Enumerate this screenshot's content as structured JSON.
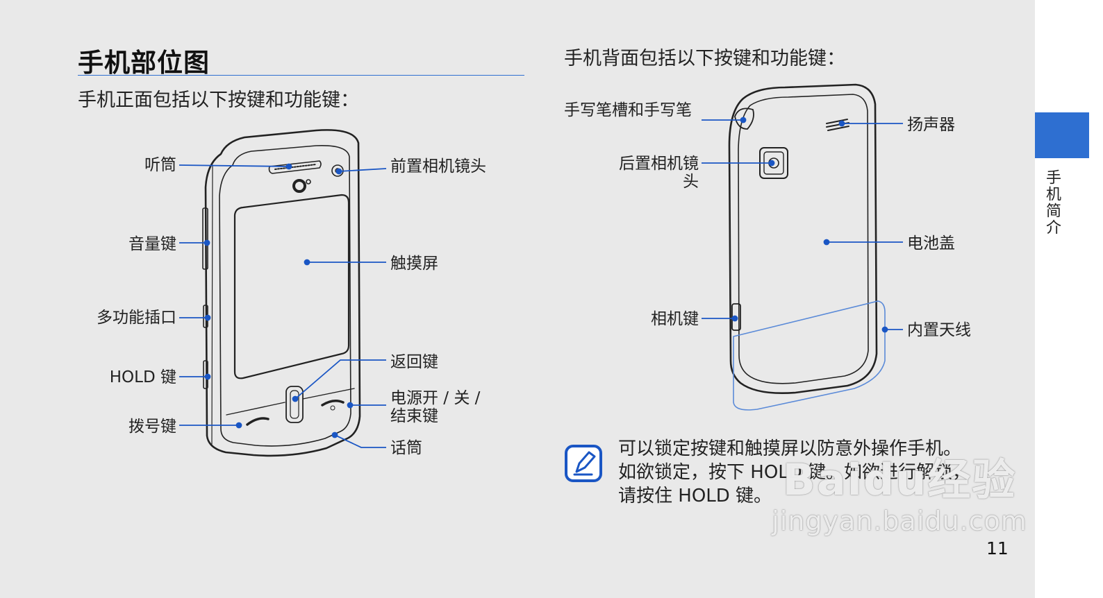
{
  "side_tab": {
    "label": "手机简介",
    "color": "#2e6fd1"
  },
  "title": "手机部位图",
  "front": {
    "intro": "手机正面包括以下按键和功能键：",
    "labels": {
      "earpiece": "听筒",
      "front_camera": "前置相机镜头",
      "volume": "音量键",
      "touchscreen": "触摸屏",
      "multi_jack": "多功能插口",
      "back_key": "返回键",
      "hold": "HOLD 键",
      "power_end_1": "电源开 / 关 /",
      "power_end_2": "结束键",
      "dial": "拨号键",
      "mic": "话筒"
    }
  },
  "back": {
    "intro": "手机背面包括以下按键和功能键：",
    "labels": {
      "stylus": "手写笔槽和手写笔",
      "speaker": "扬声器",
      "rear_camera_1": "后置相机镜",
      "rear_camera_2": "头",
      "battery_cover": "电池盖",
      "camera_key": "相机键",
      "antenna": "内置天线"
    }
  },
  "note": {
    "icon": "note-pen-icon",
    "lines": [
      "可以锁定按键和触摸屏以防意外操作手机。",
      "如欲锁定，按下 HOLD 键。如欲进行解锁，",
      "请按住 HOLD 键。"
    ]
  },
  "watermark": {
    "line1": "Baidu经验",
    "line2": "jingyan.baidu.com"
  },
  "page_number": "11",
  "colors": {
    "accent": "#2e6fd1",
    "callout": "#1a56c4",
    "background": "#e9e9e9"
  }
}
